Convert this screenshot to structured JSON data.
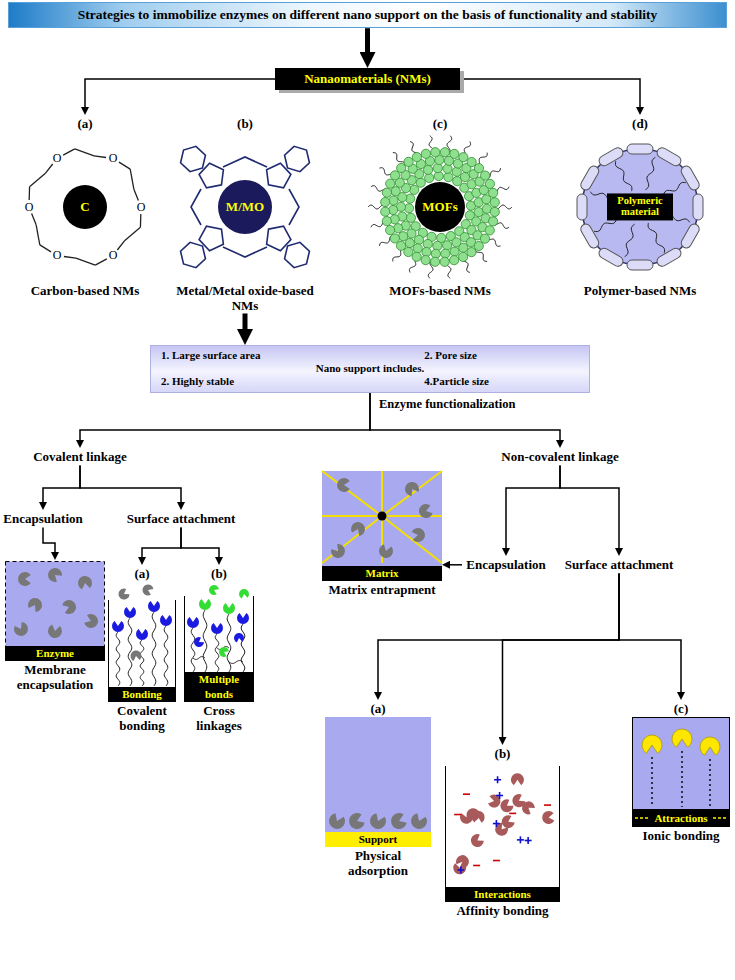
{
  "diagram": {
    "nodes": [
      {
        "text": [
          "Strategies to immobilize enzymes on different nano support on the basis of functionality and stability"
        ]
      },
      {
        "text": [
          "Nanaomaterials (NMs)"
        ]
      },
      {
        "text": [
          "(a)",
          "C",
          "Carbon-based NMs"
        ]
      },
      {
        "text": [
          "(b)",
          "M/MO",
          "Metal/Metal oxide-based NMs"
        ]
      },
      {
        "text": [
          "(c)",
          "MOFs",
          "MOFs-based NMs"
        ]
      },
      {
        "text": [
          "(d)",
          "Polymeric material",
          "Polymer-based NMs"
        ]
      },
      {
        "text": [
          "1. Large surface area",
          "2. Pore size",
          "Nano support includes.",
          "2. Highly stable",
          "4.Particle size"
        ]
      },
      {
        "text": [
          "Covalent linkage"
        ]
      },
      {
        "text": [
          "Non-covalent linkage"
        ]
      },
      {
        "text": [
          "Encapsulation"
        ]
      },
      {
        "text": [
          "Surface attachment"
        ]
      },
      {
        "text": [
          "Enzyme",
          "Membrane encapsulation"
        ]
      },
      {
        "text": [
          "(a)",
          "Bonding",
          "Covalent bonding"
        ]
      },
      {
        "text": [
          "(b)",
          "Multiple bonds",
          "Cross linkages"
        ]
      },
      {
        "text": [
          "Encapsulation"
        ]
      },
      {
        "text": [
          "Surface attachment"
        ]
      },
      {
        "text": [
          "Matrix",
          "Matrix entrapment"
        ]
      },
      {
        "text": [
          "(a)",
          "Support",
          "Physical adsorption"
        ]
      },
      {
        "text": [
          "(b)",
          "Interactions",
          "Affinity bonding"
        ]
      },
      {
        "text": [
          "(c)",
          "Attractions",
          "Ionic bonding"
        ]
      }
    ],
    "edges": [
      {
        "from": 0,
        "to": 1,
        "arrow": "to"
      },
      {
        "from": 1,
        "to": 2,
        "arrow": "to"
      },
      {
        "from": 1,
        "to": 5,
        "arrow": "to"
      },
      {
        "from": 3,
        "to": 6,
        "arrow": "to"
      },
      {
        "from": 6,
        "to": 7,
        "arrow": "to"
      },
      {
        "from": 6,
        "to": 8,
        "arrow": "to"
      },
      {
        "from": 7,
        "to": 9,
        "arrow": "to"
      },
      {
        "from": 7,
        "to": 10,
        "arrow": "to"
      },
      {
        "from": 9,
        "to": 11,
        "arrow": "to"
      },
      {
        "from": 10,
        "to": 12,
        "arrow": "to"
      },
      {
        "from": 10,
        "to": 13,
        "arrow": "to"
      },
      {
        "from": 8,
        "to": 14,
        "arrow": "to"
      },
      {
        "from": 8,
        "to": 15,
        "arrow": "to"
      },
      {
        "from": 14,
        "to": 16,
        "arrow": "to"
      },
      {
        "from": 15,
        "to": 17,
        "arrow": "to"
      },
      {
        "from": 15,
        "to": 18,
        "arrow": "to"
      },
      {
        "from": 15,
        "to": 19,
        "arrow": "to"
      }
    ],
    "labels": [
      "Enzyme functionalization",
      "O",
      "O",
      "O",
      "O",
      "O",
      "O"
    ]
  }
}
